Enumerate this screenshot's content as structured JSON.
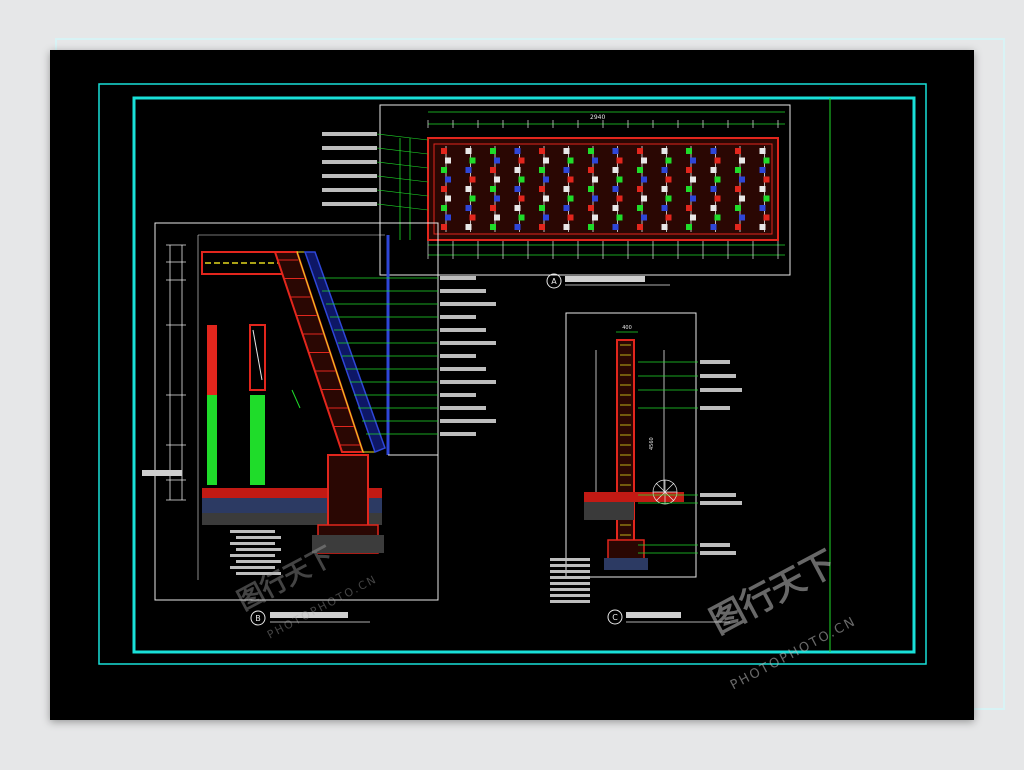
{
  "watermark": {
    "brand": "图行天下",
    "domain": "PHOTOPHOTO.CN",
    "brand_small": "图行天下",
    "domain_small": "PHOTOPHOTO.CN"
  },
  "drawing": {
    "panel_a_marker": "A",
    "panel_b_marker": "B",
    "panel_c_marker": "C",
    "dim_top_total": "2940",
    "dim_col_c_width": "400",
    "dim_col_c_height": "4560",
    "colors": {
      "border_cyan": "#19e0d9",
      "line_green": "#1fdc2a",
      "line_red": "#e2261d",
      "line_white": "#e8e8e8",
      "line_blue": "#2e46d8",
      "line_yellow": "#e3d81e"
    }
  }
}
